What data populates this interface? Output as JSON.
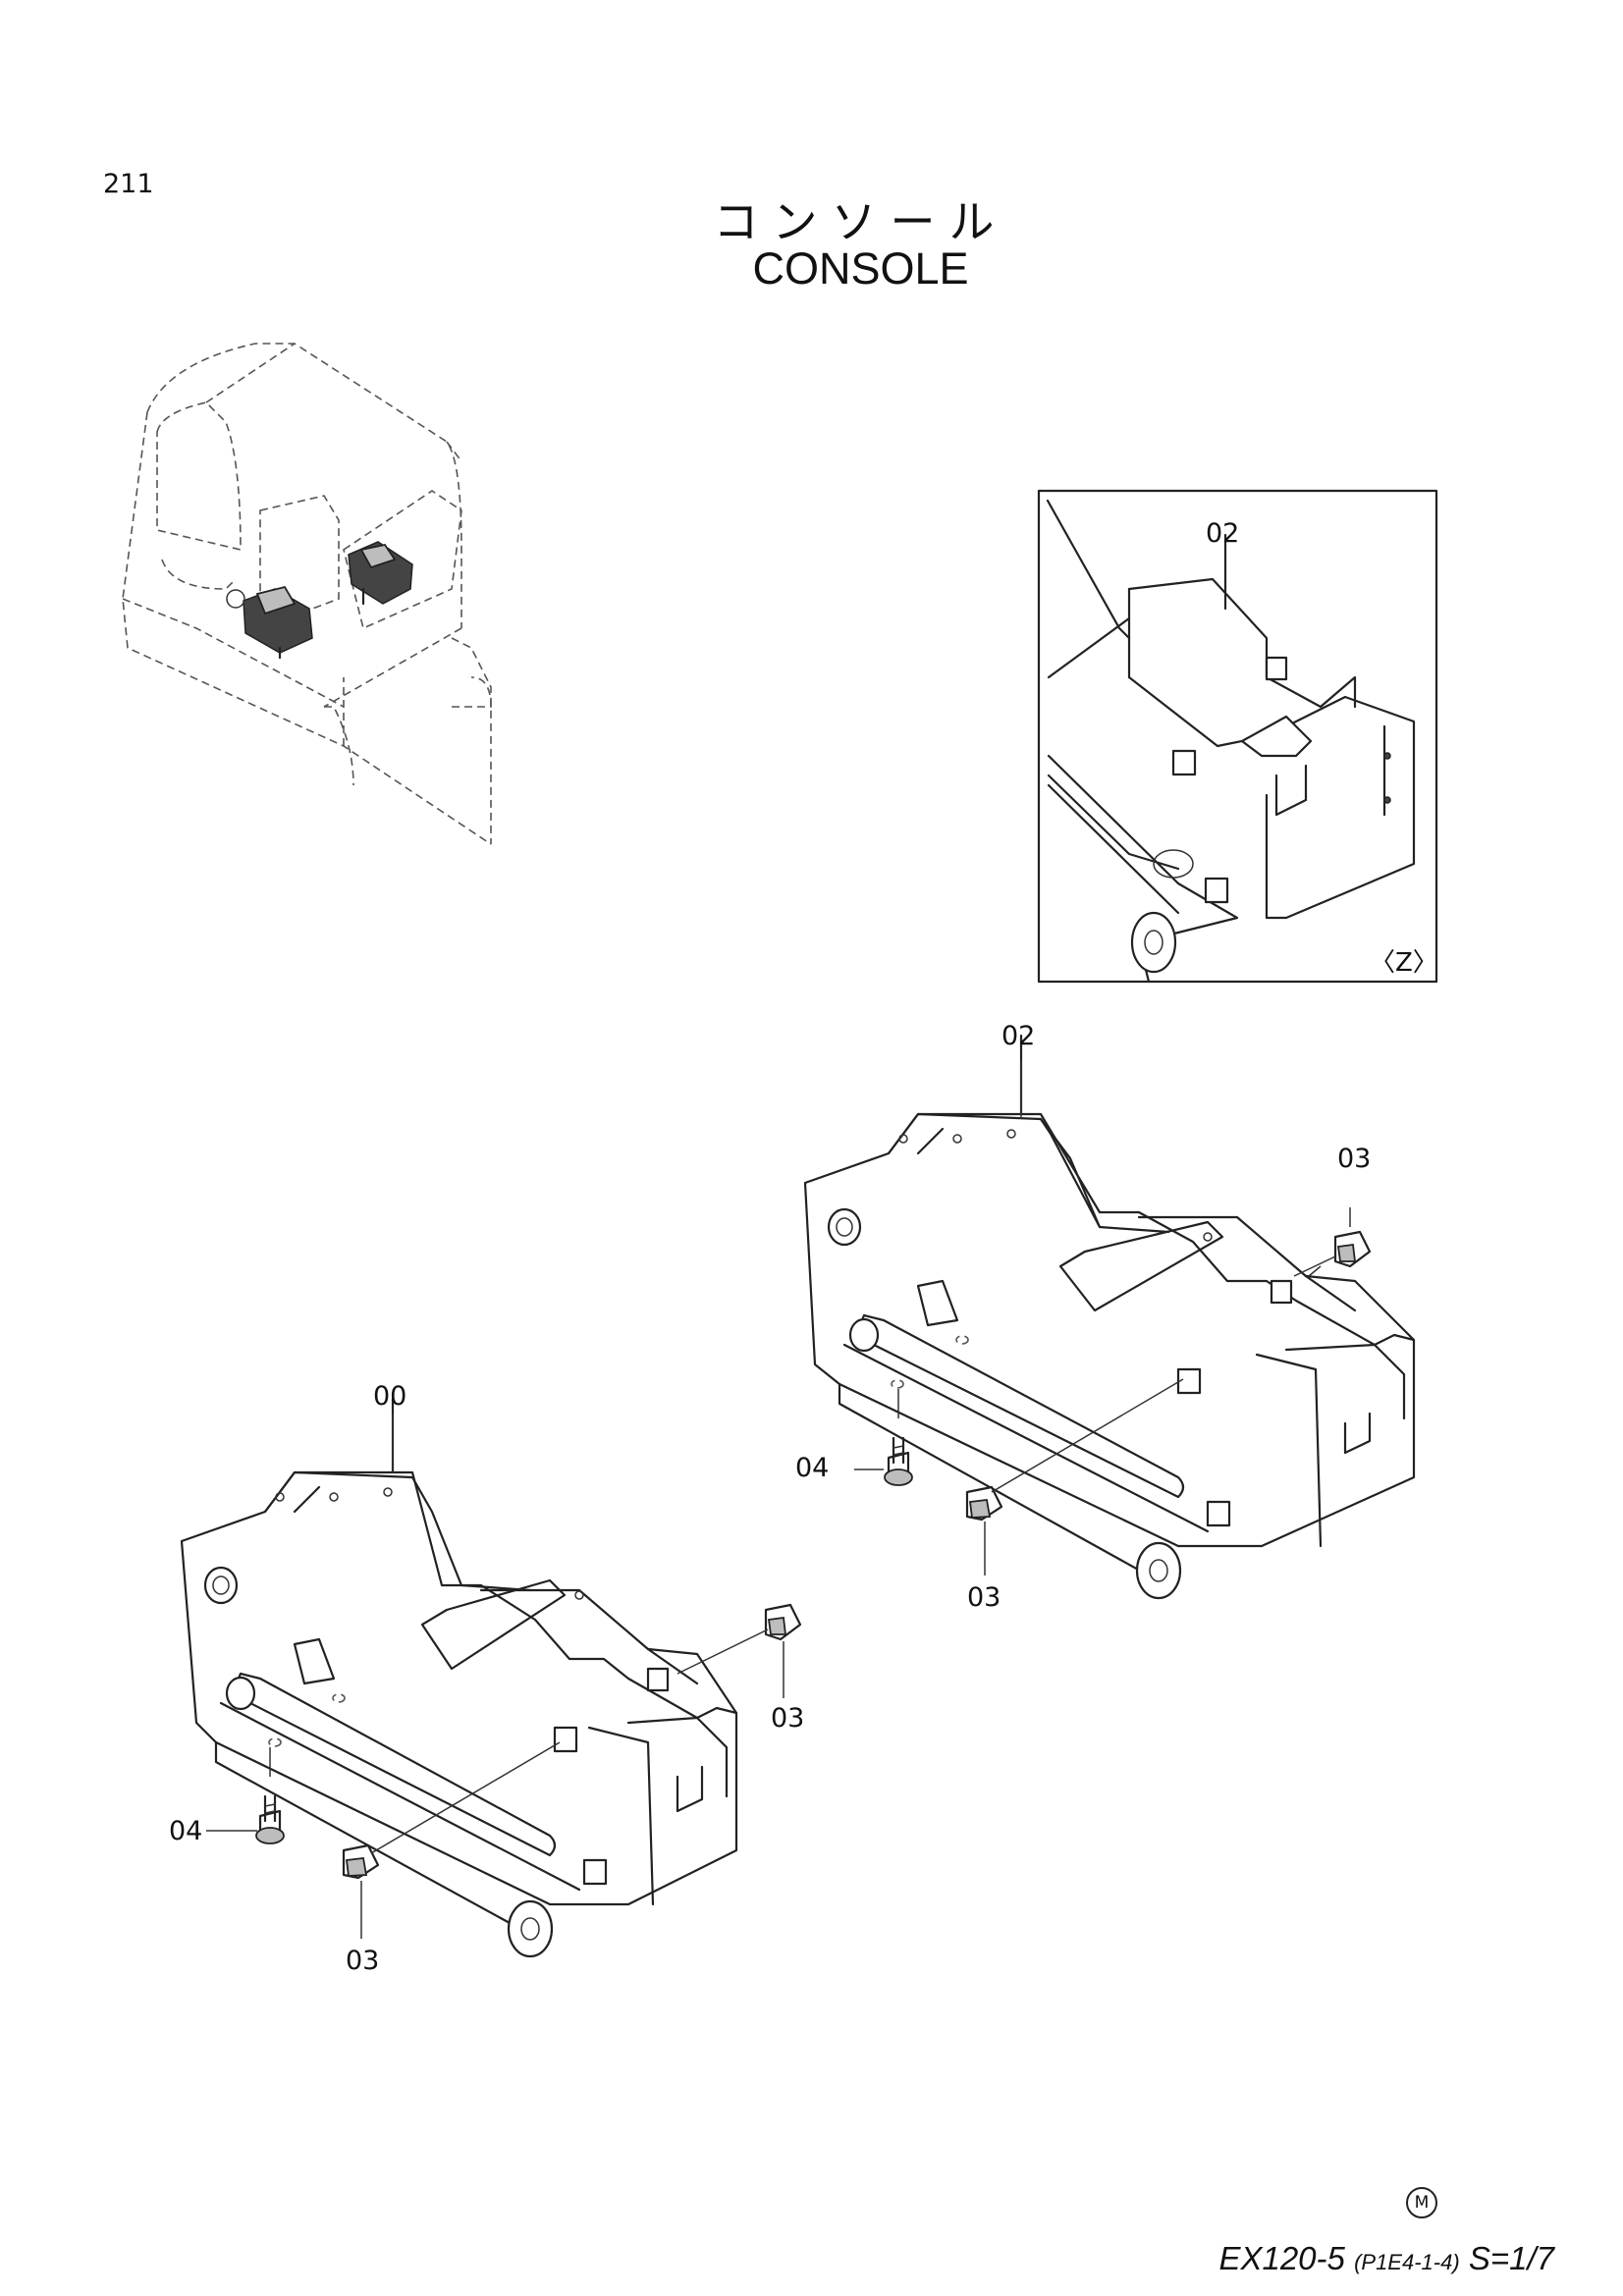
{
  "page_number": "211",
  "title_jp": "コンソール",
  "title_en": "CONSOLE",
  "detail_view_label": "〈Z〉",
  "callouts": {
    "detail_02": "02",
    "right_02": "02",
    "right_03_top": "03",
    "right_04": "04",
    "right_03_bottom": "03",
    "left_00": "00",
    "left_03_right": "03",
    "left_04": "04",
    "left_03_bottom": "03"
  },
  "footer": {
    "mark": "M",
    "model": "EX120-5",
    "code": "(P1E4-1-4)",
    "scale": "S=1/7"
  }
}
